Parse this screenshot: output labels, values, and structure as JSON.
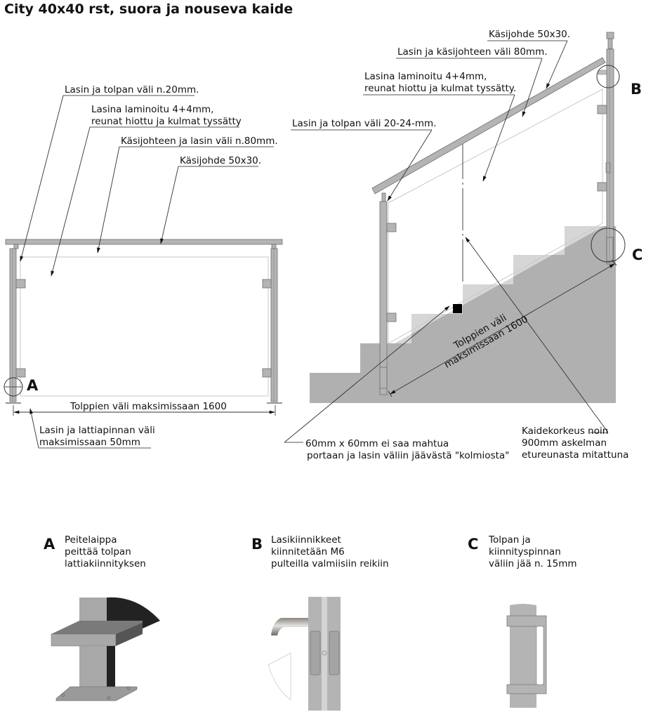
{
  "title": "City 40x40 rst, suora ja nouseva kaide",
  "straight_railing": {
    "labels": {
      "glass_post_gap": "Lasin ja tolpan väli n.20mm.",
      "glass_line1": "Lasina laminoitu 4+4mm,",
      "glass_line2": "reunat hiottu ja kulmat tyssätty",
      "handrail_glass_gap": "Käsijohteen ja lasin väli n.80mm.",
      "handrail": "Käsijohde 50x30.",
      "post_spacing": "Tolppien väli maksimissaan 1600",
      "floor_gap_line1": "Lasin ja lattiapinnan väli",
      "floor_gap_line2": "maksimissaan 50mm",
      "detail_marker": "A"
    }
  },
  "stair_railing": {
    "labels": {
      "handrail": "Käsijohde 50x30.",
      "glass_handrail_gap": "Lasin ja käsijohteen väli 80mm.",
      "glass_line1": "Lasina laminoitu 4+4mm,",
      "glass_line2": "reunat hiottu ja kulmat tyssätty.",
      "glass_post_gap": "Lasin ja tolpan väli 20-24-mm.",
      "post_spacing_line1": "Tolppien väli",
      "post_spacing_line2": "maksimissaan 1600",
      "triangle_line1": "60mm x 60mm  ei saa mahtua",
      "triangle_line2": "portaan ja lasin väliin jäävästä \"kolmiosta\"",
      "height_line1": "Kaidekorkeus noin",
      "height_line2": "900mm askelman",
      "height_line3": "etureunasta mitattuna",
      "detail_marker_b": "B",
      "detail_marker_c": "C"
    }
  },
  "details": [
    {
      "letter": "A",
      "lines": [
        "Peitelaippa",
        "peittää tolpan",
        "lattiakiinnityksen"
      ]
    },
    {
      "letter": "B",
      "lines": [
        "Lasikiinnikkeet",
        "kiinnitetään M6",
        "pulteilla valmiisiin reikiin"
      ]
    },
    {
      "letter": "C",
      "lines": [
        "Tolpan ja",
        "kiinnityspinnan",
        "väliin jää n. 15mm"
      ]
    }
  ],
  "colors": {
    "steel": "#b4b4b4",
    "stair": "#b0b0b0",
    "stair_light": "#d6d6d6",
    "outline": "#6e6e6e",
    "glass": "#c8c8c8"
  }
}
